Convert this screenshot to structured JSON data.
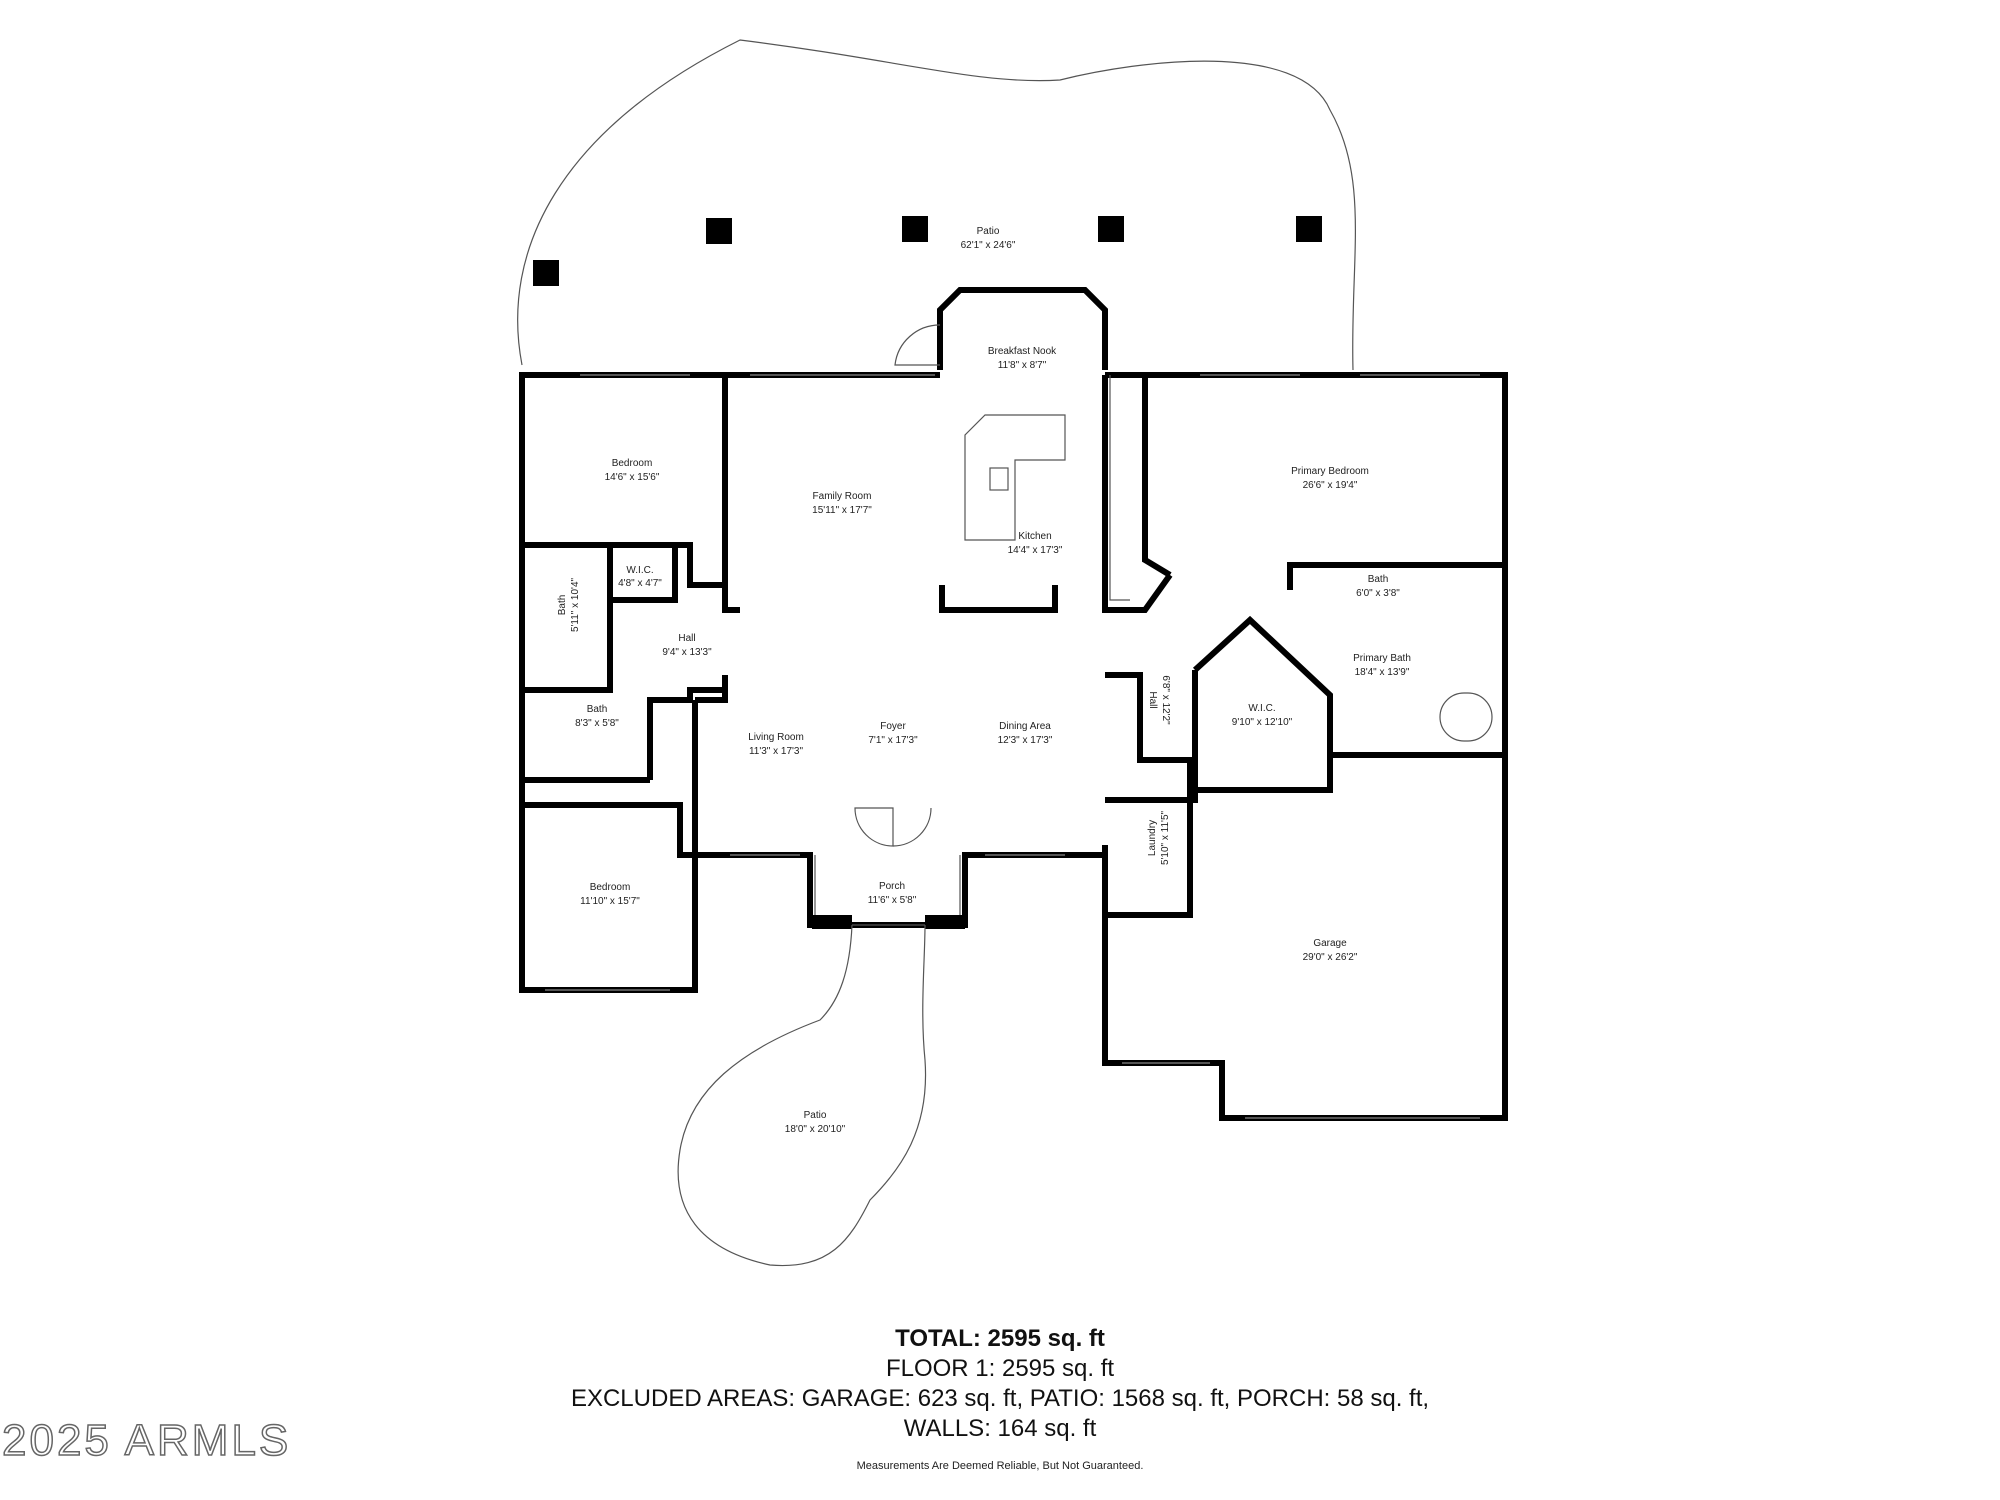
{
  "rooms": {
    "patio_top": {
      "name": "Patio",
      "dim": "62'1\" x 24'6\""
    },
    "breakfast_nook": {
      "name": "Breakfast Nook",
      "dim": "11'8\" x 8'7\""
    },
    "bedroom_1": {
      "name": "Bedroom",
      "dim": "14'6\" x 15'6\""
    },
    "family_room": {
      "name": "Family Room",
      "dim": "15'11\" x 17'7\""
    },
    "kitchen": {
      "name": "Kitchen",
      "dim": "14'4\" x 17'3\""
    },
    "primary_bedroom": {
      "name": "Primary Bedroom",
      "dim": "26'6\" x 19'4\""
    },
    "bath_small": {
      "name": "Bath",
      "dim": "5'11\" x 10'4\""
    },
    "wic_small": {
      "name": "W.I.C.",
      "dim": "4'8\" x 4'7\""
    },
    "hall_left": {
      "name": "Hall",
      "dim": "9'4\" x 13'3\""
    },
    "bath_primary_small": {
      "name": "Bath",
      "dim": "6'0\" x 3'8\""
    },
    "primary_bath": {
      "name": "Primary Bath",
      "dim": "18'4\" x 13'9\""
    },
    "hall_right": {
      "name": "Hall",
      "dim": "6'8\" x 12'2\""
    },
    "wic_primary": {
      "name": "W.I.C.",
      "dim": "9'10\" x 12'10\""
    },
    "bath_2": {
      "name": "Bath",
      "dim": "8'3\" x 5'8\""
    },
    "living_room": {
      "name": "Living Room",
      "dim": "11'3\" x 17'3\""
    },
    "foyer": {
      "name": "Foyer",
      "dim": "7'1\" x 17'3\""
    },
    "dining_area": {
      "name": "Dining Area",
      "dim": "12'3\" x 17'3\""
    },
    "laundry": {
      "name": "Laundry",
      "dim": "5'10\" x 11'5\""
    },
    "bedroom_2": {
      "name": "Bedroom",
      "dim": "11'10\" x 15'7\""
    },
    "porch": {
      "name": "Porch",
      "dim": "11'6\" x 5'8\""
    },
    "garage": {
      "name": "Garage",
      "dim": "29'0\" x 26'2\""
    },
    "patio_bottom": {
      "name": "Patio",
      "dim": "18'0\" x 20'10\""
    }
  },
  "summary": {
    "total": "TOTAL: 2595 sq. ft",
    "floor": "FLOOR 1: 2595 sq. ft",
    "excluded": "EXCLUDED AREAS: GARAGE: 623 sq. ft, PATIO: 1568 sq. ft, PORCH: 58 sq. ft,",
    "walls": "WALLS: 164 sq. ft"
  },
  "disclaimer": "Measurements Are Deemed Reliable, But Not Guaranteed.",
  "watermark": "2025 ARMLS"
}
